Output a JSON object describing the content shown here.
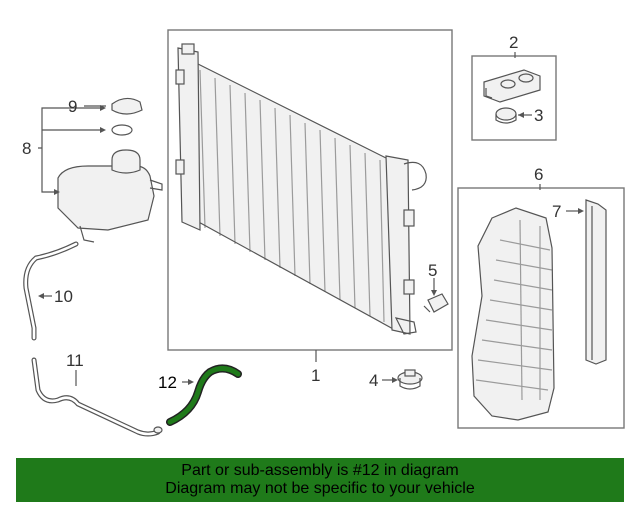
{
  "diagram": {
    "callouts": {
      "c1": "1",
      "c2": "2",
      "c3": "3",
      "c4": "4",
      "c5": "5",
      "c6": "6",
      "c7": "7",
      "c8": "8",
      "c9": "9",
      "c10": "10",
      "c11": "11",
      "c12": "12"
    },
    "highlighted_part": "12",
    "highlight_color": "#1f7a1a"
  },
  "banner": {
    "line1": "Part or sub-assembly is #12 in diagram",
    "line2": "Diagram may not be specific to your vehicle",
    "background": "#1f7a1a"
  }
}
